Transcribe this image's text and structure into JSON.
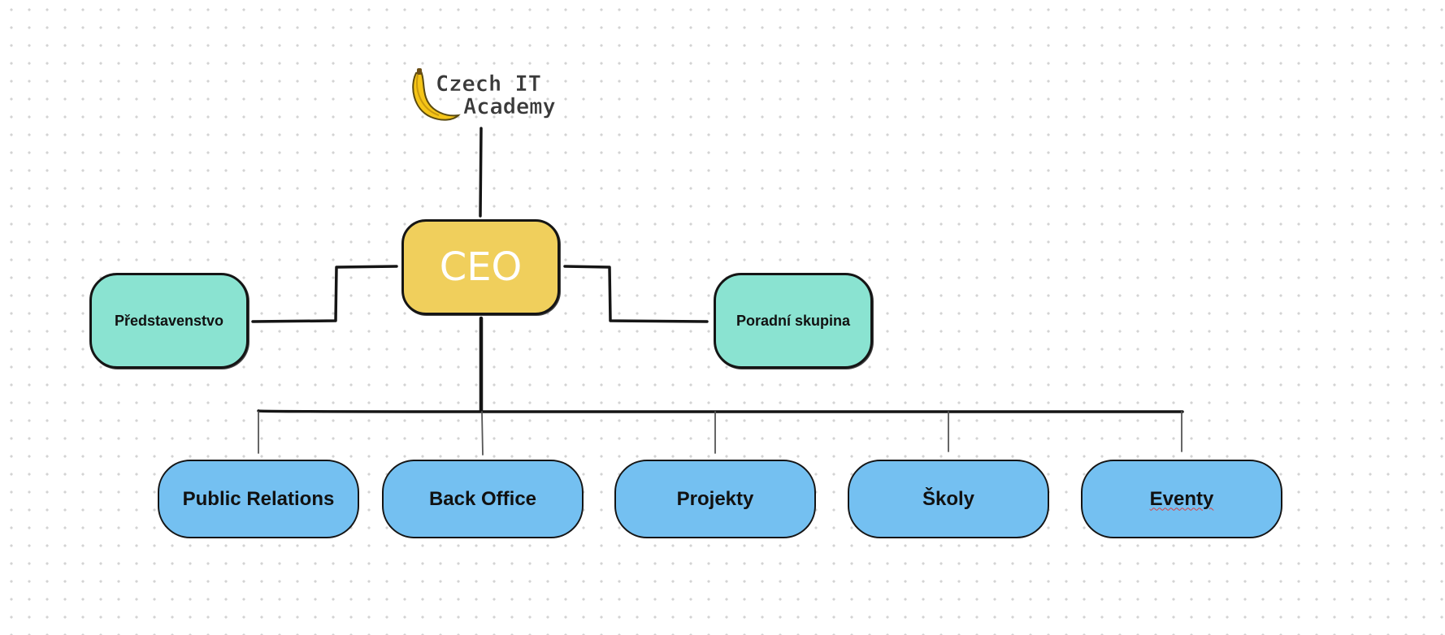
{
  "logo": {
    "line1": "Czech IT",
    "line2": "Academy",
    "icon": "banana-icon"
  },
  "ceo": {
    "label": "CEO"
  },
  "side_groups": [
    {
      "label": "Představenstvo"
    },
    {
      "label": "Poradní skupina"
    }
  ],
  "departments": [
    {
      "label": "Public Relations"
    },
    {
      "label": "Back Office"
    },
    {
      "label": "Projekty"
    },
    {
      "label": "Školy"
    },
    {
      "label": "Eventy"
    }
  ],
  "colors": {
    "ceo_fill": "#f0cf5c",
    "side_fill": "#8ae3d1",
    "dept_fill": "#74c0f1",
    "line": "#151515"
  }
}
